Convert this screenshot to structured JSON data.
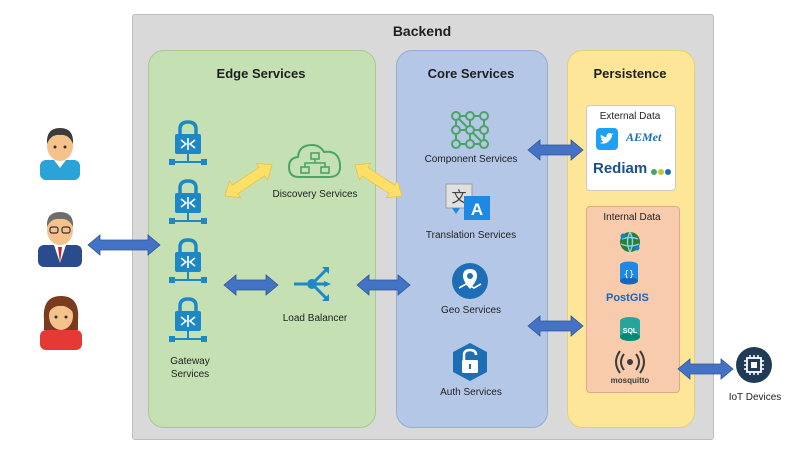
{
  "backend": {
    "title": "Backend"
  },
  "edge": {
    "title": "Edge Services",
    "gateway_label": [
      "Gateway",
      "Services"
    ],
    "discovery_label": "Discovery Services",
    "load_balancer_label": "Load Balancer"
  },
  "core": {
    "title": "Core Services",
    "component_label": "Component Services",
    "translation_label": "Translation Services",
    "geo_label": "Geo Services",
    "auth_label": "Auth Services"
  },
  "persistence": {
    "title": "Persistence",
    "external_label": "External Data",
    "internal_label": "Internal Data",
    "aemet_logo": "AEMet",
    "rediam_logo": "Rediam",
    "postgis_logo": "PostGIS",
    "sql_logo": "SQL",
    "mosquitto_logo": "mosquitto"
  },
  "iot": {
    "label": "IoT Devices"
  },
  "colors": {
    "arrow_blue": "#4472c4",
    "arrow_yellow": "#ffe066",
    "icon_blue": "#1e88c7",
    "icon_green": "#4aa564",
    "iot_dark": "#1f3b57"
  }
}
